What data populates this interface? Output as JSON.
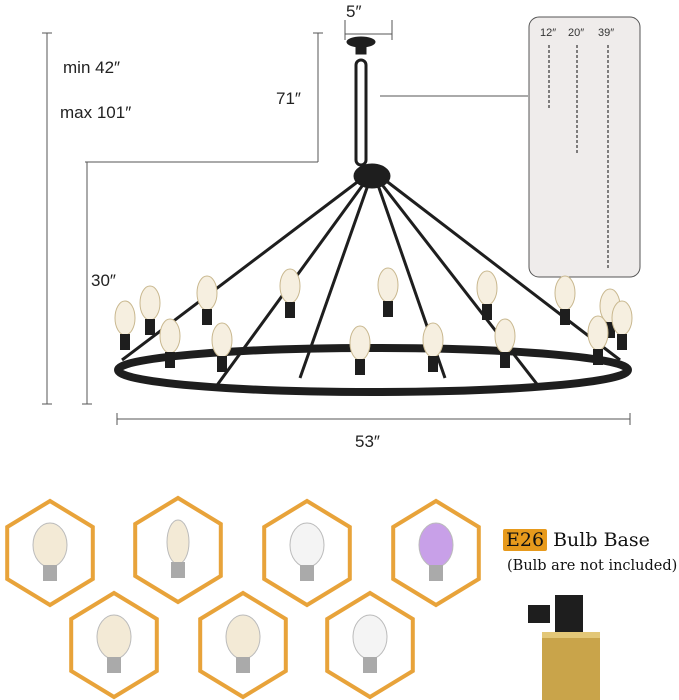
{
  "dimensions": {
    "canopy_width": "5″",
    "min_height": "min 42″",
    "max_height": "max 101″",
    "chain_length": "71″",
    "body_height": "30″",
    "diameter": "53″"
  },
  "chain_options": [
    "12″",
    "20″",
    "39″"
  ],
  "bulb_base": {
    "tag": "E26",
    "label": "Bulb Base",
    "note": "(Bulb are not included)"
  },
  "colors": {
    "accent": "#e8a33a",
    "frame": "#1e1e1e",
    "inset_bg": "#efeceb"
  },
  "bulb_icons": [
    "edison-st64-bulb-icon",
    "edison-t45-bulb-icon",
    "spiral-cfl-bulb-icon",
    "rgb-smart-bulb-icon",
    "vintage-squirrel-cage-bulb-icon",
    "clear-a19-bulb-icon",
    "led-a19-bulb-icon"
  ]
}
